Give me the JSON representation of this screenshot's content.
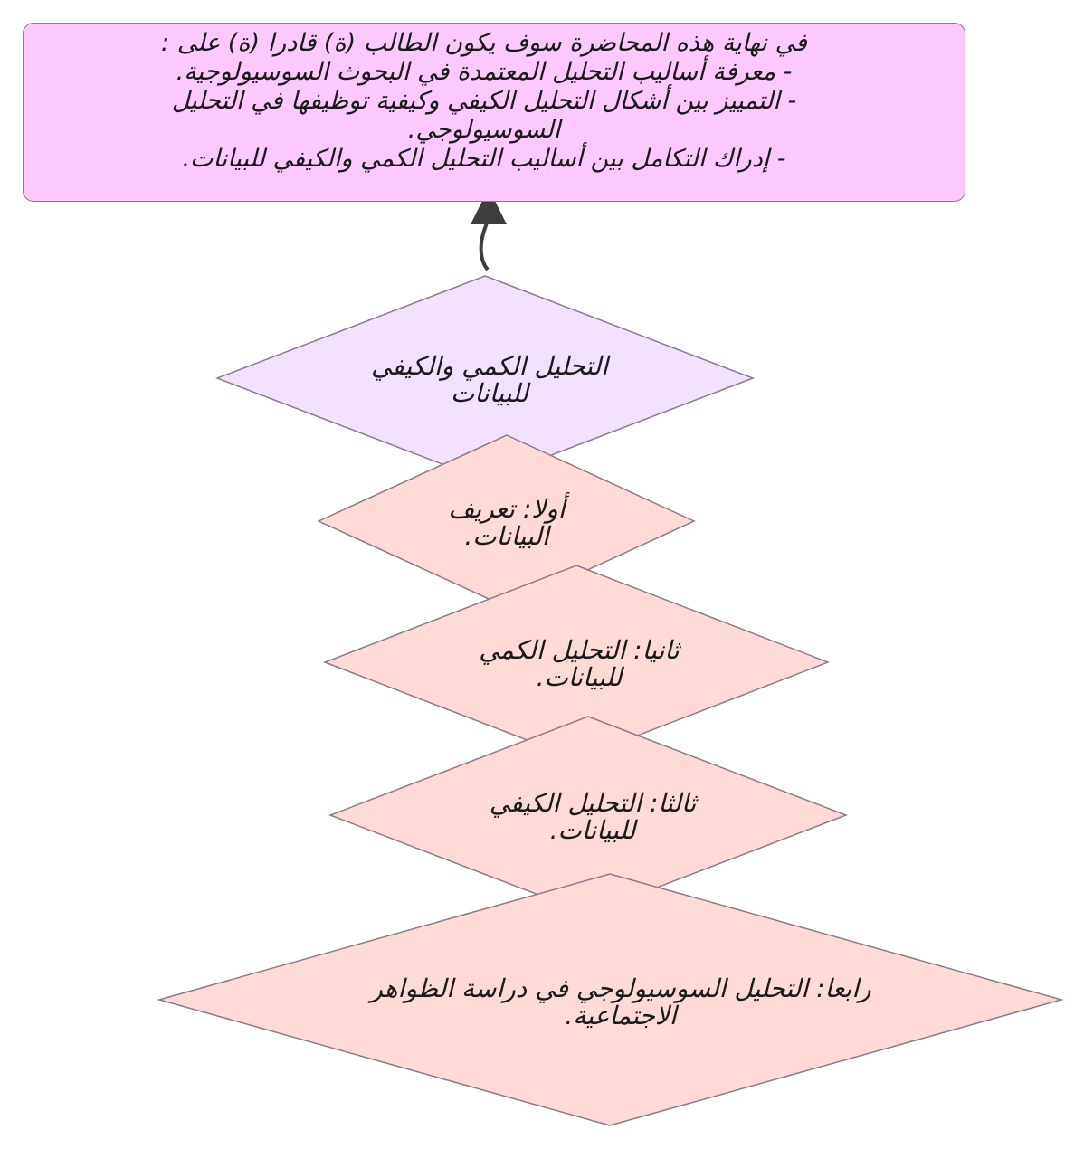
{
  "objectives": {
    "intro": "في نهاية هذه المحاضرة سوف يكون الطالب (ة) قادرا (ة) على :",
    "items": [
      "- معرفة أساليب التحليل المعتمدة في البحوث السوسيولوجية.",
      "- التمييز بين أشكال التحليل الكيفي وكيفية توظيفها في التحليل السوسيولوجي.",
      "- إدراك التكامل بين أساليب التحليل الكمي والكيفي للبيانات."
    ]
  },
  "nodes": {
    "main": "التحليل الكمي والكيفي للبيانات",
    "first": "أولا: تعريف البيانات.",
    "second": "ثانيا: التحليل الكمي للبيانات.",
    "third": "ثالثا: التحليل الكيفي للبيانات.",
    "fourth": "رابعا: التحليل السوسيولوجي في دراسة الظواهر الاجتماعية."
  },
  "colors": {
    "objectives_fill": "#fdc9fd",
    "main_fill": "#f1e1fd",
    "section_fill": "#fddad6",
    "stroke": "#8c7a8c",
    "arrow": "#3d3d3d"
  }
}
